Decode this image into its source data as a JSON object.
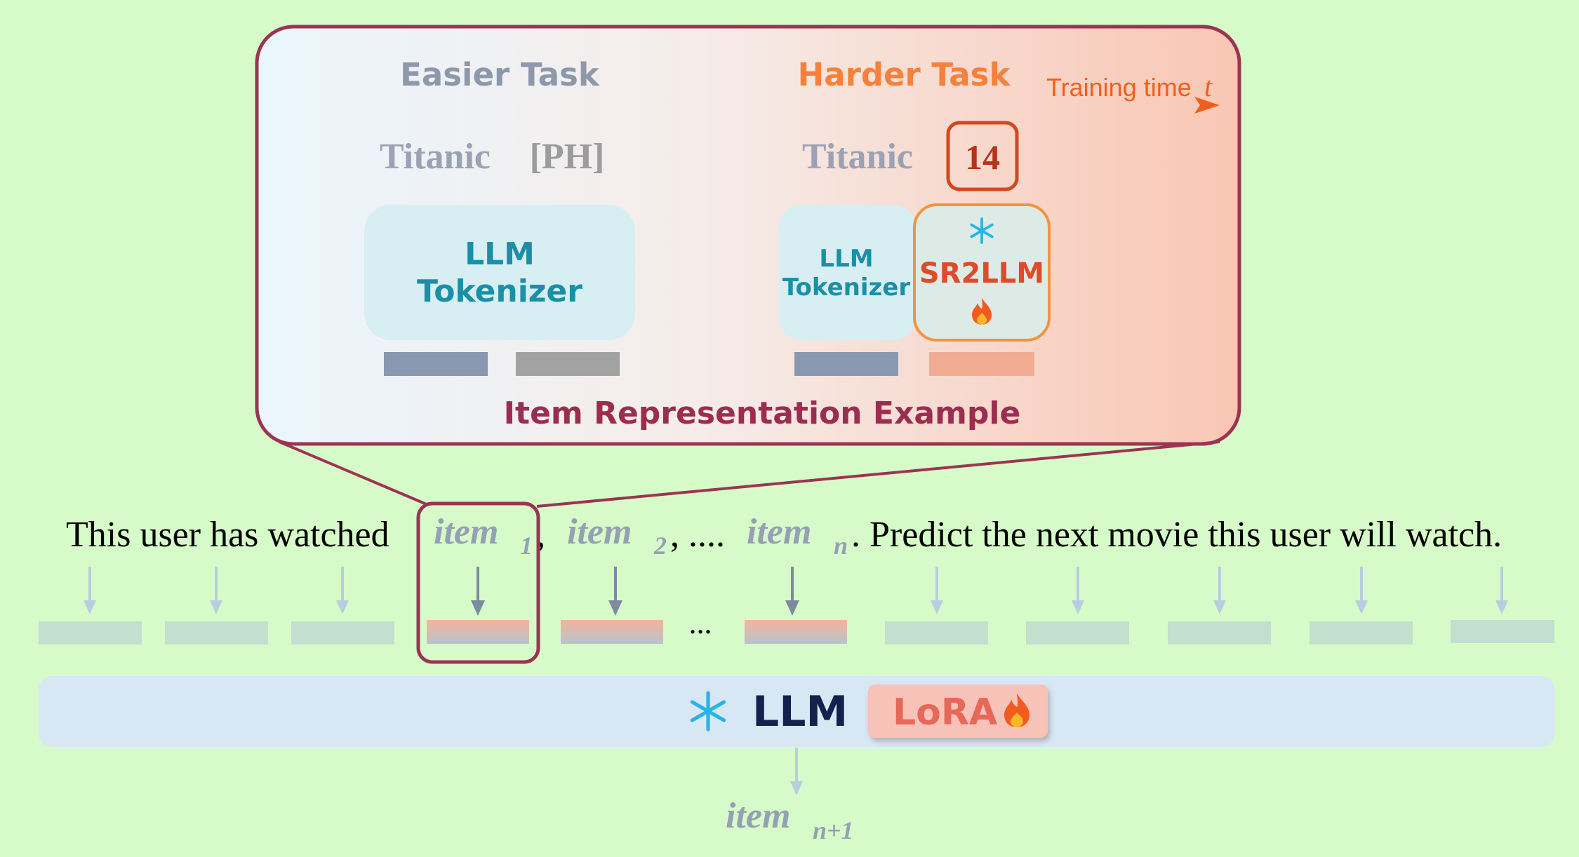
{
  "zoom_panel": {
    "easier_task": "Easier Task",
    "harder_task": "Harder Task",
    "training_time": "Training time",
    "training_time_var": "t",
    "left_word": "Titanic",
    "placeholder_token": "[PH]",
    "right_word": "Titanic",
    "number_token": "14",
    "tokenizer_big_line1": "LLM",
    "tokenizer_big_line2": "Tokenizer",
    "tokenizer_small_line1": "LLM",
    "tokenizer_small_line2": "Tokenizer",
    "sr2llm": "SR2LLM",
    "caption": "Item Representation Example"
  },
  "prompt": {
    "prefix": "This user has watched",
    "item_word": "item",
    "sub_1": "1",
    "sub_2": "2",
    "sub_n": "n",
    "comma": ",",
    "dots": ", ....",
    "suffix": ". Predict the next movie this user will watch.",
    "ellipsis": "..."
  },
  "model": {
    "llm": "LLM",
    "lora": "LoRA"
  },
  "output": {
    "item_word": "item",
    "sub": "n+1"
  },
  "colors": {
    "background": "#d7fbc8",
    "panel_border": "#9b3453",
    "orange": "#f36f1f",
    "gray_text": "#8e98ac",
    "teal": "#1b8fa8",
    "navy": "#14214d",
    "sr2llm": "#e04a2a"
  },
  "icons": {
    "freeze": "snowflake-icon",
    "trainable": "fire-icon"
  }
}
